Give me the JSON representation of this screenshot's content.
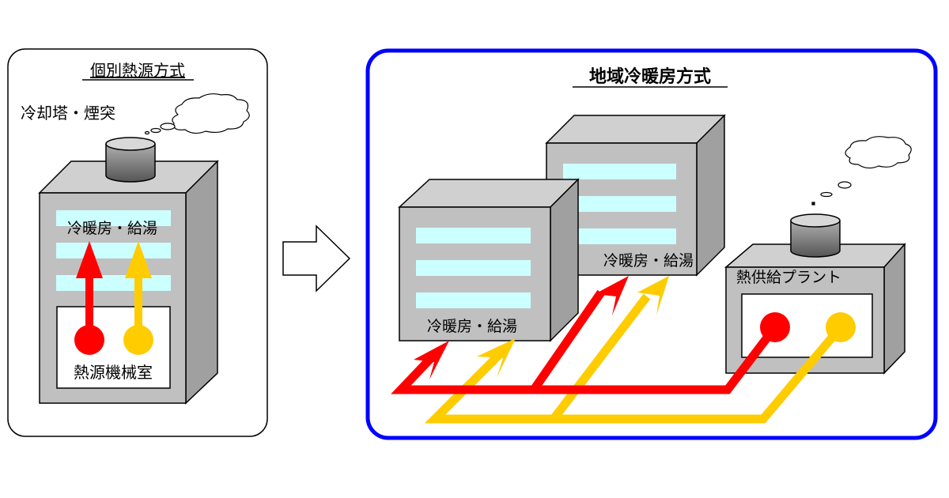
{
  "left_panel": {
    "title": "個別熱源方式",
    "cooling_tower_label": "冷却塔・煙突",
    "building_label": "冷暖房・給湯",
    "machine_room_label": "熱源機械室"
  },
  "transition_arrow": {
    "icon": "right-arrow-icon"
  },
  "right_panel": {
    "title": "地域冷暖房方式",
    "building_a_label": "冷暖房・給湯",
    "building_b_label": "冷暖房・給湯",
    "plant_label": "熱供給プラント"
  },
  "colors": {
    "heating_line": "#ff0000",
    "hot_water_line": "#ffcc00",
    "right_frame": "#0000ff",
    "building_front": "#c0c0c0",
    "building_top": "#d0d0d0",
    "building_side": "#a0a0a0",
    "window": "#ccffff"
  }
}
